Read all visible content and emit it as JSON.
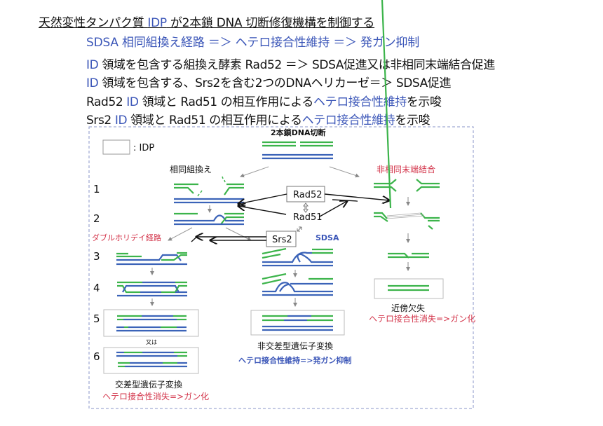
{
  "title": {
    "part1": "天然変性タンパク質 ",
    "idp": "IDP",
    "part2": " が2本鎖 DNA 切断修復機構を制御する"
  },
  "subtitle": "SDSA 相同組換え経路 ＝＞ ヘテロ接合性維持 ＝＞ 発ガン抑制",
  "statements": [
    {
      "id": "ID",
      "text": " 領域を包含する組換え酵素 Rad52 ＝＞ SDSA促進又は非相同末端結合促進"
    },
    {
      "id": "ID",
      "text": " 領域を包含する、Srs2を含む2つのDNAヘリカーゼ＝＞ SDSA促進"
    },
    {
      "pre": "Rad52 ",
      "id": "ID",
      "mid": " 領域と Rad51 の相互作用による",
      "hl": "ヘテロ接合性維持",
      "post": "を示唆"
    },
    {
      "pre": "Srs2 ",
      "id": "ID",
      "mid": " 領域と Rad51 の相互作用による",
      "hl": "ヘテロ接合性維持",
      "post": "を示唆"
    }
  ],
  "diagram": {
    "legend": ": IDP",
    "dsb_label": "2本鎖DNA切断",
    "hr_label": "相同組換え",
    "nhej_label": "非相同末端結合",
    "dhj_label": "ダブルホリデイ経路",
    "sdsa_label": "SDSA",
    "steps": [
      "1",
      "2",
      "3",
      "4",
      "5",
      "6"
    ],
    "proteins": {
      "rad52": "Rad52",
      "rad51": "Rad51",
      "srs2": "Srs2"
    },
    "or_label": "又は",
    "crossover_label": "交差型遺伝子変換",
    "crossover_outcome": "ヘテロ接合性消失=>ガン化",
    "noncrossover_label": "非交差型遺伝子変換",
    "noncrossover_outcome": "ヘテロ接合性維持=>発ガン抑制",
    "deletion_label": "近傍欠失",
    "deletion_outcome": "ヘテロ接合性消失=>ガン化"
  },
  "colors": {
    "green_strand": "#3cb44b",
    "blue_strand": "#3b63b8",
    "accent_blue": "#3b56b8",
    "accent_red": "#d3344a",
    "frame": "#8a95c8"
  }
}
